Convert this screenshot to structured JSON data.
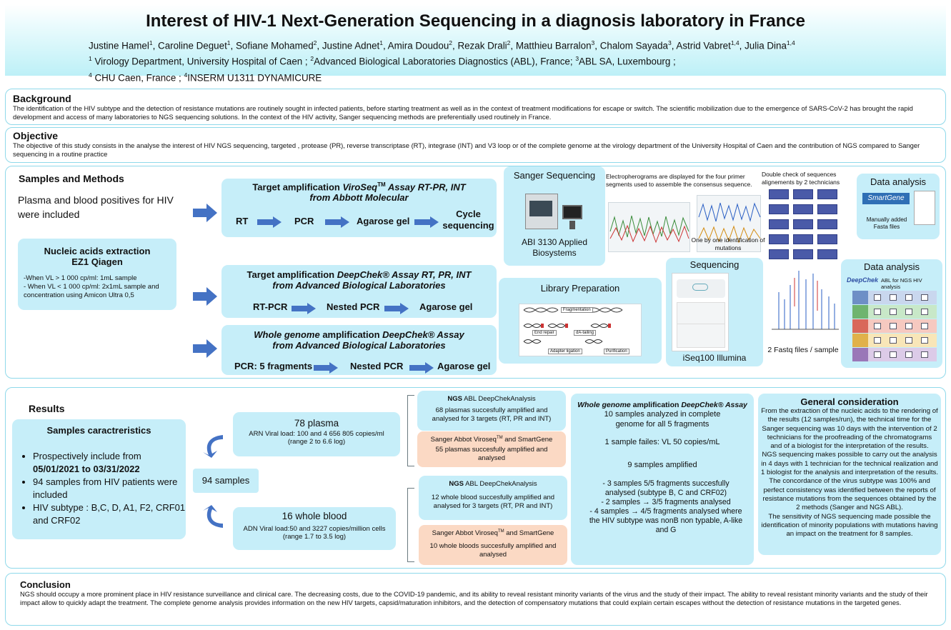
{
  "header": {
    "title": "Interest of HIV-1 Next-Generation Sequencing in a diagnosis laboratory in France",
    "authors_line": [
      {
        "name": "Justine Hamel",
        "sup": "1"
      },
      {
        "name": ", Caroline Deguet",
        "sup": "1"
      },
      {
        "name": ", Sofiane Mohamed",
        "sup": "2"
      },
      {
        "name": ", Justine Adnet",
        "sup": "1"
      },
      {
        "name": ", Amira Doudou",
        "sup": "2"
      },
      {
        "name": ", Rezak Drali",
        "sup": "2"
      },
      {
        "name": ", Matthieu Barralon",
        "sup": "3"
      },
      {
        "name": ", Chalom Sayada",
        "sup": "3"
      },
      {
        "name": ", Astrid Vabret",
        "sup": "1,4"
      },
      {
        "name": ", Julia Dina",
        "sup": "1,4"
      }
    ],
    "aff1_sup": "1",
    "aff1": " Virology Department, University Hospital of Caen ; ",
    "aff2_sup": "2",
    "aff2": "Advanced Biological Laboratories Diagnostics (ABL), France; ",
    "aff3_sup": "3",
    "aff3": "ABL SA, Luxembourg ;",
    "aff4_sup": "4",
    "aff4": " CHU Caen, France ; ",
    "aff5_sup": "4",
    "aff5": "INSERM U1311 DYNAMICURE"
  },
  "background": {
    "title": "Background",
    "text": "The identification of the HIV subtype and the detection of resistance mutations are routinely sought in infected patients, before starting treatment as well as in the context of treatment modifications for escape or switch. The scientific mobilization due to the emergence of SARS-CoV-2 has brought the rapid development and access of many laboratories to NGS sequencing solutions. In the context of the HIV activity, Sanger sequencing methods are preferentially used routinely in France."
  },
  "objective": {
    "title": "Objective",
    "text": "The objective of this study consists in the analyse  the interest of HIV NGS sequencing, targeted , protease (PR), reverse transcriptase (RT), integrase (INT) and V3 loop or of the complete genome at the virology department of the University Hospital of Caen and the contribution of NGS compared to Sanger sequencing in a routine practice"
  },
  "methods": {
    "title": "Samples and Methods",
    "plasma_text": "Plasma and blood positives for HIV were included",
    "extraction_title1": "Nucleic acids extraction",
    "extraction_title2": "EZ1 Qiagen",
    "extraction_l1": "-When VL > 1 000 cp/ml: 1mL sample",
    "extraction_l2": "- When VL < 1 000 cp/ml: 2x1mL sample and concentration using Amicon Ultra 0,5",
    "viroseq": {
      "t1a": "Target amplification ",
      "t1b": "ViroSeq",
      "t1sup": "TM",
      "t1c": " Assay RT-PR, INT",
      "t2": "from Abbott Molecular",
      "steps": [
        "RT",
        "PCR",
        "Agarose gel",
        "Cycle sequencing"
      ]
    },
    "deepchek": {
      "t1a": "Target amplification ",
      "t1b": "DeepChek® Assay RT, PR, INT",
      "t2": "from Advanced Biological Laboratories",
      "steps": [
        "RT-PCR",
        "Nested PCR",
        "Agarose gel"
      ]
    },
    "wholegenome": {
      "t1a": "Whole genome",
      "t1b": " amplification ",
      "t1c": "DeepChek® Assay",
      "t2": "from Advanced Biological Laboratories",
      "steps": [
        "PCR: 5 fragments",
        "Nested PCR",
        "Agarose gel"
      ]
    },
    "sanger": {
      "title": "Sanger Sequencing",
      "caption": "ABI 3130 Applied Biosystems"
    },
    "electro_caption": "Electropherograms are displayed for the four primer segments used to assemble the consensus sequence.",
    "one_by_one": "One by one identification of mutations",
    "double_check": "Double check of sequences alignements by 2 technicians",
    "data_analysis_1": {
      "title": "Data analysis",
      "logo": "SmartGene",
      "caption": "Manually added Fasta files"
    },
    "library": {
      "title": "Library Preparation",
      "labels": [
        "Fragmentation",
        "End repair",
        "dA-tailing",
        "Adapter ligation",
        "Purification"
      ]
    },
    "sequencing": {
      "title": "Sequencing",
      "caption": "iSeq100 Illumina"
    },
    "fastq_caption": "2 Fastq files / sample",
    "data_analysis_2": {
      "title": "Data analysis",
      "logo": "DeepChek",
      "caption": "ABL for NGS HIV analysis"
    }
  },
  "results": {
    "title": "Results",
    "characteristics_title": "Samples caractreristics",
    "bullets": [
      {
        "text": "Prospectively include from ",
        "bold": "05/01/2021 to 03/31/2022"
      },
      {
        "text": "94 samples from HIV patients were included",
        "bold": ""
      },
      {
        "text": "HIV subtype : B,C, D, A1, F2, CRF01 and CRF02",
        "bold": ""
      }
    ],
    "total_samples": "94 samples",
    "plasma": {
      "title": "78 plasma",
      "line1": "ARN Viral load: 100 and 4 656 805 copies/ml",
      "line2": "(range 2 to 6.6 log)"
    },
    "blood": {
      "title": "16 whole blood",
      "line1": "ADN Viral load:50 and 3227 copies/million cells",
      "line2": "(range 1.7 to 3.5 log)"
    },
    "ngs_plasma": {
      "head_bold": "NGS",
      "head": " ABL DeepChekAnalysis",
      "text": "68 plasmas succesfully amplified and analysed for 3 targets (RT, PR and INT)"
    },
    "sanger_plasma": {
      "head": "Sanger Abbot Viroseq",
      "sup": "TM",
      "head2": " and SmartGene",
      "text": "55 plasmas succesfully amplified and analysed"
    },
    "ngs_blood": {
      "head_bold": "NGS",
      "head": " ABL DeepChekAnalysis",
      "text": "12 whole blood succesfully amplified and analysed for 3 targets (RT, PR and INT)"
    },
    "sanger_blood": {
      "head": "Sanger Abbot Viroseq",
      "sup": "TM",
      "head2": " and SmartGene",
      "text": "10 whole bloods  succesfully amplified and analysed"
    },
    "whole_genome": {
      "title_a": "Whole genome",
      "title_b": " amplification ",
      "title_c": "DeepChek® Assay",
      "l1": "10 samples analyzed in complete genome for all 5 fragments",
      "l2": "1 sample failes: VL 50 copies/mL",
      "l3": "9 samples amplified",
      "dash_items": [
        "3 samples 5/5 fragments succesfully analysed (subtype B, C and CRF02)",
        "2 samples → 3/5 fragments analysed",
        "4 samples → 4/5 fragments analysed where the HIV subtype was nonB non typable, A-like and G"
      ]
    },
    "general": {
      "title": "General consideration",
      "p1": "From the extraction of the nucleic acids to the rendering of the results (12 samples/run), the technical time for the Sanger sequencing was 10 days with the intervention of 2 technicians for the proofreading of the chromatograms and of a biologist for the interpretation of the results.",
      "p2": "NGS sequencing makes possible to carry out the analysis in 4 days with 1 technician for the technical realization and 1 biologist for the analysis and interpretation of the results.",
      "p3": "The concordance of the virus subtype was 100% and perfect consistency was identified between the reports of resistance mutations from the sequences obtained by the 2 methods (Sanger and NGS ABL).",
      "p4": "The sensitivity of NGS sequencing made possible the identification of minority populations with mutations having an impact on the treatment for 8 samples."
    }
  },
  "conclusion": {
    "title": "Conclusion",
    "text": "NGS should occupy a more prominent place in HIV resistance surveillance and clinical care. The decreasing costs, due to the COVID-19 pandemic, and its ability to reveal resistant minority variants of the virus and the study of their impact. The ability to reveal resistant minority variants and the study of their impact allow to quickly adapt the treatment. The complete genome analysis provides information on the new HIV targets, capsid/maturation inhibitors, and the detection of compensatory mutations that could explain certain escapes without the detection of resistance mutations in the targeted genes."
  },
  "colors": {
    "accent_blue": "#4472c4",
    "box_border": "#8fd9ea",
    "pill_fill": "#c6eef9",
    "peach_fill": "#fbd9c4"
  }
}
